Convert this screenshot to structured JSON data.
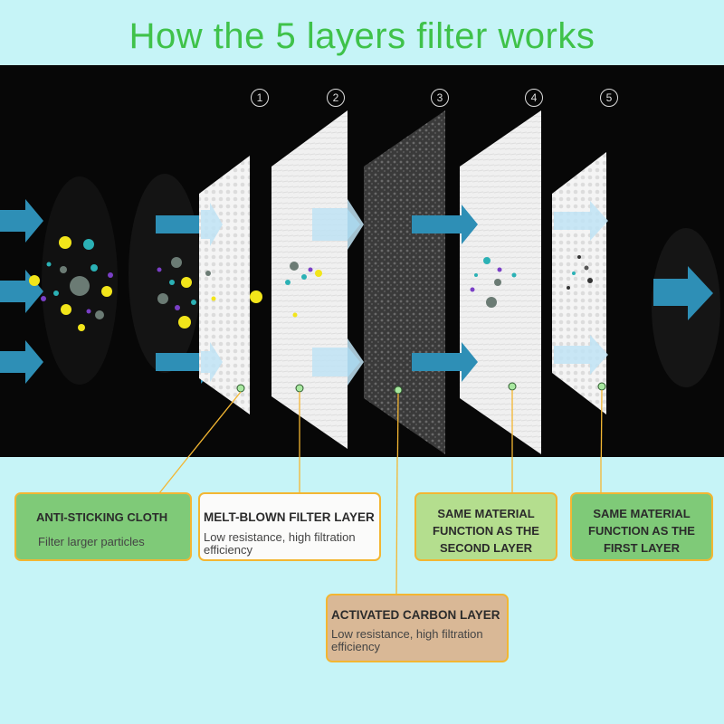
{
  "title": "How the 5 layers filter works",
  "layer_numbers": [
    "1",
    "2",
    "3",
    "4",
    "5"
  ],
  "labels": [
    {
      "title": "ANTI-STICKING CLOTH",
      "desc": "Filter larger particles"
    },
    {
      "title": "MELT-BLOWN FILTER LAYER",
      "desc": "Low resistance, high filtration efficiency"
    },
    {
      "title": "SAME MATERIAL FUNCTION AS THE SECOND LAYER",
      "desc": ""
    },
    {
      "title": "SAME MATERIAL FUNCTION AS THE FIRST LAYER",
      "desc": ""
    },
    {
      "title": "ACTIVATED CARBON LAYER",
      "desc": "Low resistance, high filtration efficiency"
    }
  ],
  "colors": {
    "title": "#3fc24a",
    "background": "#c6f4f7",
    "arrow": "#2e8fb6",
    "arrow_light": "#bfe3f4",
    "connector": "#f3b632",
    "box_green": "#7fca78",
    "box_light_green": "#b4de8e",
    "box_tan": "#d9b896",
    "particle_yellow": "#f2e51a",
    "particle_teal": "#2bb1b5",
    "particle_gray": "#6b7b74"
  },
  "icons": [
    "right-arrow-icon",
    "particle-dot-icon",
    "layer-number-circle-icon"
  ]
}
